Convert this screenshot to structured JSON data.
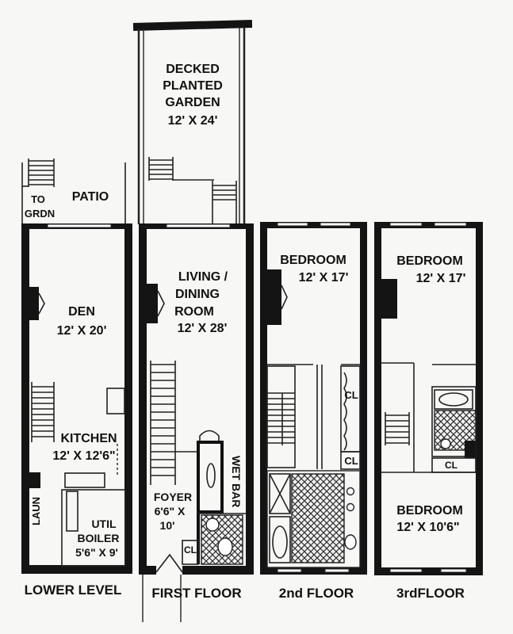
{
  "floors": {
    "lower": {
      "caption": "LOWER LEVEL",
      "patio": "PATIO",
      "to_grdn": [
        "TO",
        "GRDN"
      ],
      "den": [
        "DEN",
        "12' X 20'"
      ],
      "kitchen": [
        "KITCHEN",
        "12' X 12'6\""
      ],
      "laun": "LAUN",
      "util": [
        "UTIL",
        "BOILER",
        "5'6\" X 9'"
      ]
    },
    "first": {
      "caption": "FIRST FLOOR",
      "garden": [
        "DECKED",
        "PLANTED",
        "GARDEN",
        "12' X 24'"
      ],
      "living": [
        "LIVING /",
        "DINING",
        "ROOM",
        "12' X 28'"
      ],
      "wet_bar": "WET BAR",
      "foyer": [
        "FOYER",
        "6'6\" X",
        "10'"
      ],
      "closet": "CL"
    },
    "second": {
      "caption": "2nd FLOOR",
      "bedroom": [
        "BEDROOM",
        "12' X 17'"
      ],
      "closet_a": "CL",
      "closet_b": "CL"
    },
    "third": {
      "caption": "3rdFLOOR",
      "bedroom_top": [
        "BEDROOM",
        "12' X 17'"
      ],
      "bedroom_bottom": [
        "BEDROOM",
        "12' X 10'6\""
      ],
      "closet": "CL"
    }
  }
}
